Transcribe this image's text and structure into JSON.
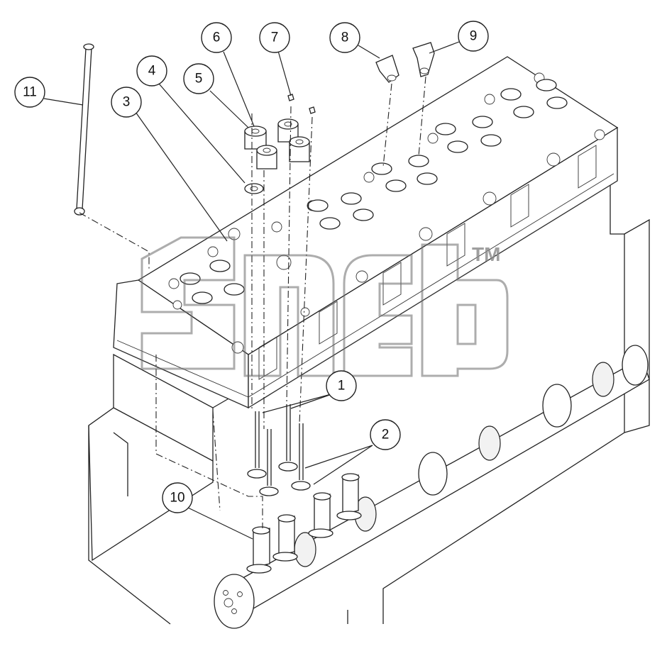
{
  "callouts": [
    {
      "label": "1"
    },
    {
      "label": "2"
    },
    {
      "label": "3"
    },
    {
      "label": "4"
    },
    {
      "label": "5"
    },
    {
      "label": "6"
    },
    {
      "label": "7"
    },
    {
      "label": "8"
    },
    {
      "label": "9"
    },
    {
      "label": "10"
    },
    {
      "label": "11"
    }
  ],
  "watermark": {
    "trademark": "TM"
  }
}
